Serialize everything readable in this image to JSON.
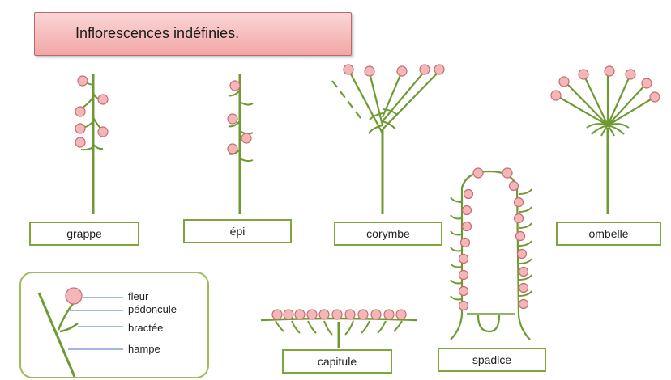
{
  "title": "Inflorescences indéfinies.",
  "labels": {
    "grappe": "grappe",
    "epi": "épi",
    "corymbe": "corymbe",
    "ombelle": "ombelle",
    "capitule": "capitule",
    "spadice": "spadice"
  },
  "legend": {
    "fleur": "fleur",
    "pedoncule": "pédoncule",
    "bractee": "bractée",
    "hampe": "hampe"
  },
  "colors": {
    "stem": "#6e9a33",
    "flower_fill": "#f4b7b7",
    "flower_stroke": "#c76a72",
    "border": "#7fa63a",
    "title_fill": "#f2a6a6"
  }
}
